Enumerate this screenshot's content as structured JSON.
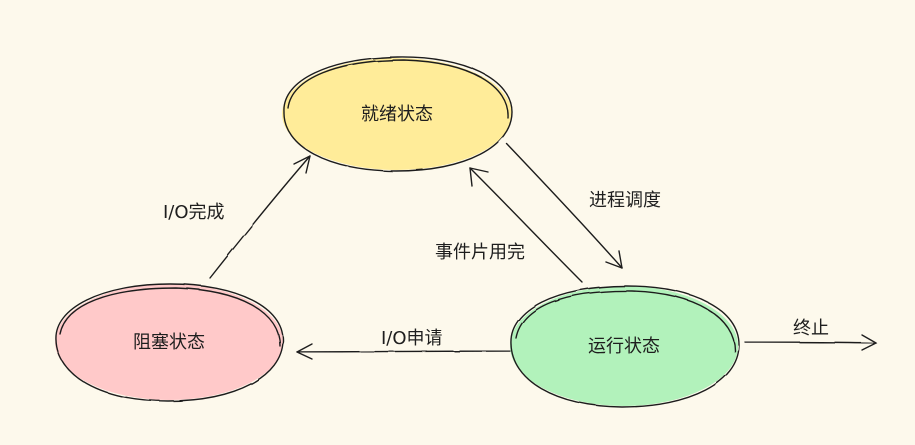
{
  "colors": {
    "background": "#fdf9ec",
    "ready_fill": "#ffec99",
    "blocked_fill": "#ffc9c9",
    "running_fill": "#b2f2bb",
    "stroke": "#1e1e1e"
  },
  "nodes": {
    "ready": {
      "label": "就绪状态"
    },
    "blocked": {
      "label": "阻塞状态"
    },
    "running": {
      "label": "运行状态"
    }
  },
  "edges": {
    "io_complete": {
      "label": "I/O完成"
    },
    "schedule": {
      "label": "进程调度"
    },
    "timeslice": {
      "label": "事件片用完"
    },
    "io_request": {
      "label": "I/O申请"
    },
    "terminate": {
      "label": "终止"
    }
  }
}
